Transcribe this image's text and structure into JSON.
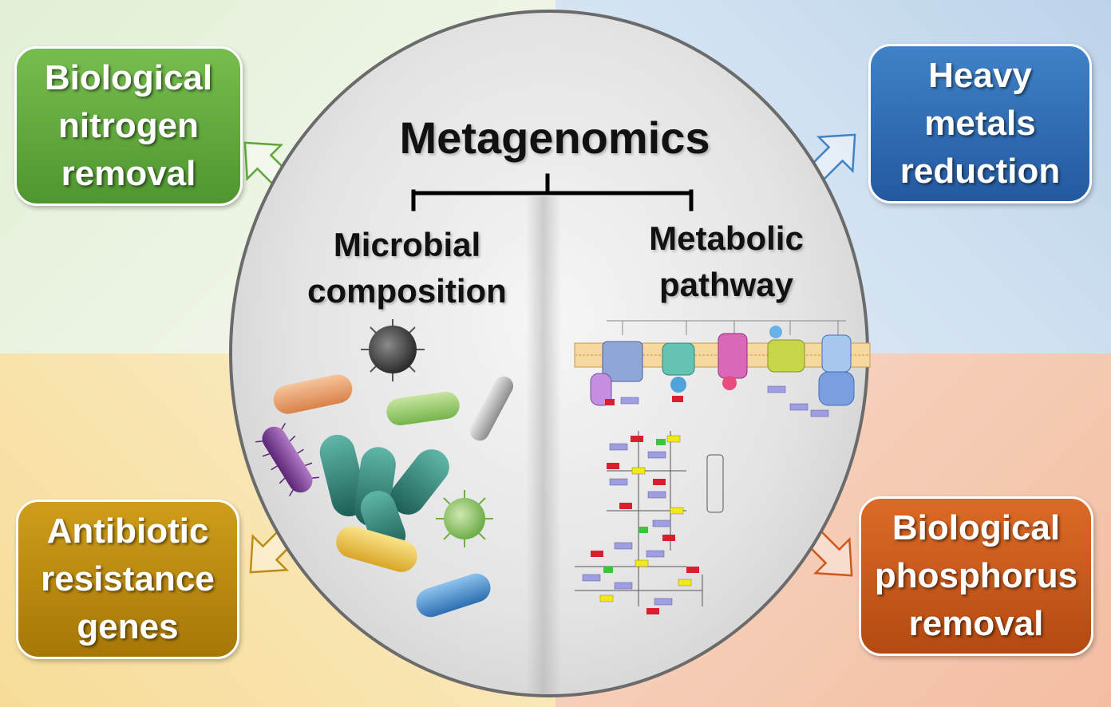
{
  "center": {
    "title": "Metagenomics",
    "left_heading": "Microbial\ncomposition",
    "right_heading": "Metabolic\npathway"
  },
  "boxes": {
    "nitrogen": {
      "label": "Biological\nnitrogen\nremoval",
      "color": "#5fa63a"
    },
    "metals": {
      "label": "Heavy\nmetals\nreduction",
      "color": "#2f6db3"
    },
    "antibiotic": {
      "label": "Antibiotic\nresistance\ngenes",
      "color": "#bd8c12"
    },
    "phosphorus": {
      "label": "Biological\nphosphorus\nremoval",
      "color": "#cd5a1c"
    }
  },
  "icons": {
    "microbes": "microbes-illustration",
    "pathway": "metabolic-pathway-map-illustration"
  }
}
